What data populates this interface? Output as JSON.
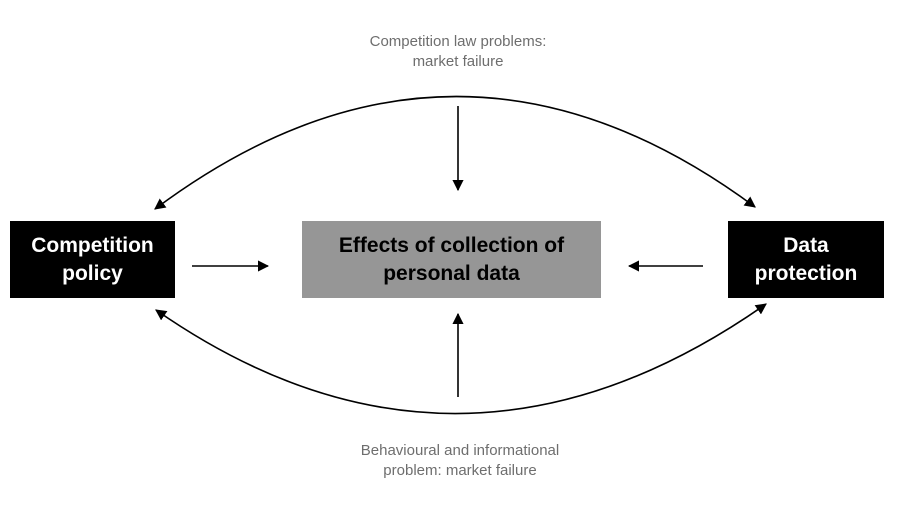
{
  "nodes": {
    "competition_policy": {
      "line1": "Competition",
      "line2": "policy"
    },
    "effects": {
      "line1": "Effects of collection of",
      "line2": "personal data"
    },
    "data_protection": {
      "line1": "Data",
      "line2": "protection"
    }
  },
  "annotations": {
    "top": {
      "line1": "Competition law problems:",
      "line2": "market failure"
    },
    "bottom": {
      "line1": "Behavioural and informational",
      "line2": "problem: market failure"
    }
  },
  "colors": {
    "outer_box": "#000000",
    "outer_text": "#ffffff",
    "center_box": "#969696",
    "center_text": "#000000",
    "annotation_text": "#6e6e6e",
    "arrow": "#000000"
  }
}
